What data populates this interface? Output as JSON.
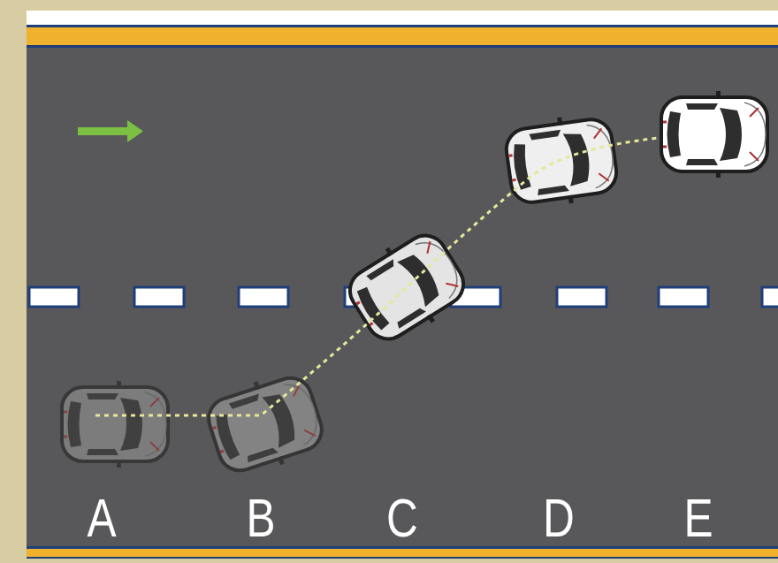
{
  "diagram": {
    "labels": [
      "A",
      "B",
      "C",
      "D",
      "E"
    ]
  }
}
